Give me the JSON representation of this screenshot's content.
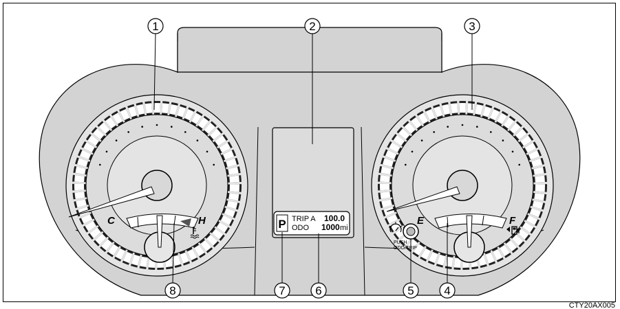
{
  "callouts": [
    "1",
    "2",
    "3",
    "4",
    "5",
    "6",
    "7",
    "8"
  ],
  "temp_gauge": {
    "low_label": "C",
    "high_label": "H"
  },
  "fuel_gauge": {
    "low_label": "E",
    "high_label": "F"
  },
  "display": {
    "shift_position": "P",
    "trip_label": "TRIP A",
    "trip_value": "100.0",
    "odo_label": "ODO",
    "odo_value": "1000",
    "odo_unit": "mi"
  },
  "knob": {
    "label_line1": "PUSH",
    "label_line2": "ODO/TRIP"
  },
  "figure_code": "CTY20AX005",
  "icons": [
    "coolant-temperature-icon",
    "fuel-pump-icon",
    "dash-illumination-icon"
  ],
  "colors": {
    "cluster_fill": "#d3d3d3",
    "line": "#000000",
    "gauge_face": "#dcdcdc"
  }
}
